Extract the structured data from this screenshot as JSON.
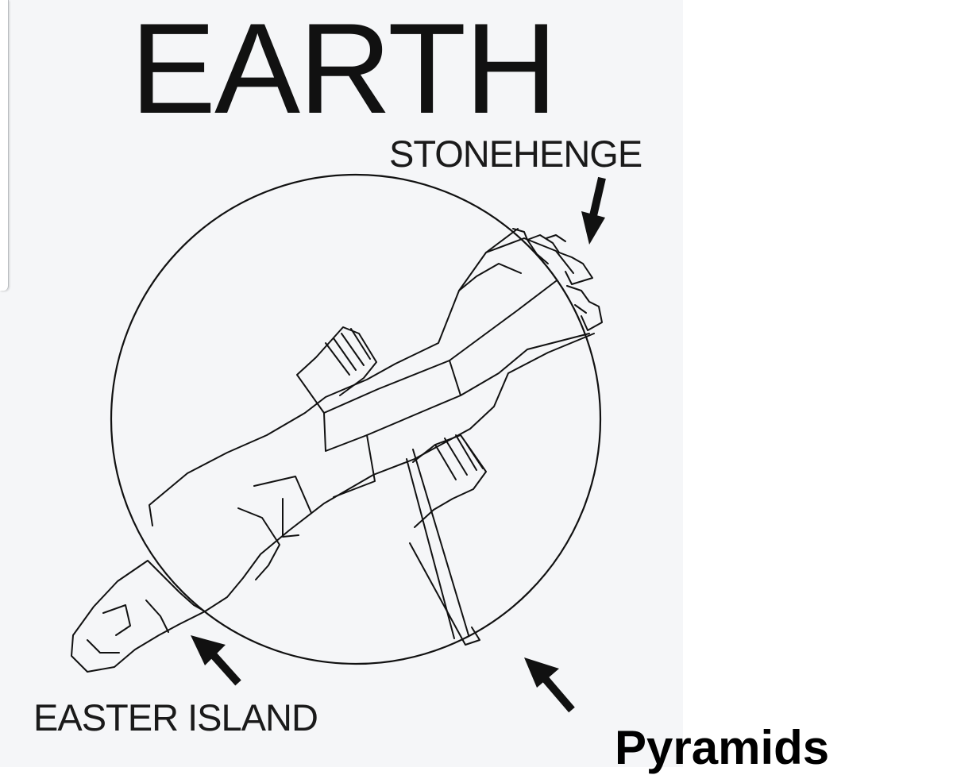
{
  "diagram": {
    "title": "EARTH",
    "labels": {
      "stonehenge": "STONEHENGE",
      "easter_island": "EASTER ISLAND",
      "pyramids": "Pyramids"
    },
    "colors": {
      "background": "#f5f6f8",
      "ink": "#111111"
    },
    "icons": [
      "earth-circle",
      "giant-figure",
      "arrow-stonehenge",
      "arrow-easter-island",
      "arrow-pyramids"
    ]
  }
}
